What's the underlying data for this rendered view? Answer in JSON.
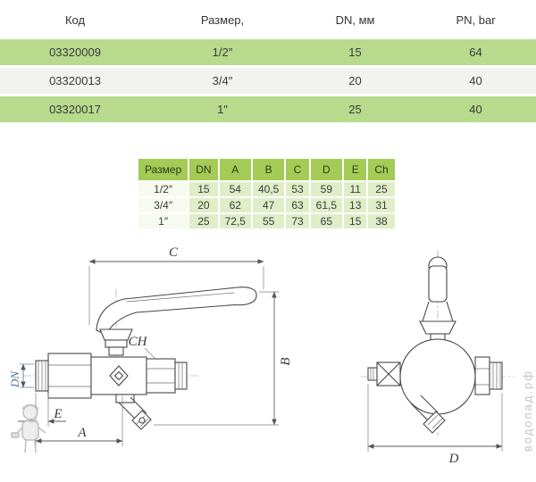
{
  "colors": {
    "row_green": "#b7da8c",
    "row_pale": "#f2f2ef",
    "dim_header_green": "#a3cb55",
    "dim_cell_green": "#dfeec8",
    "dn_label_blue": "#4e6e93",
    "watermark_gray": "#c4c4c4"
  },
  "main_table": {
    "headers": [
      "Код",
      "Размер,",
      "DN, мм",
      "PN, bar"
    ],
    "rows": [
      [
        "03320009",
        "1/2″",
        "15",
        "64"
      ],
      [
        "03320013",
        "3/4″",
        "20",
        "40"
      ],
      [
        "03320017",
        "1″",
        "25",
        "40"
      ]
    ]
  },
  "dim_table": {
    "headers": [
      "Размер",
      "DN",
      "A",
      "B",
      "C",
      "D",
      "E",
      "Ch"
    ],
    "rows": [
      [
        "1/2″",
        "15",
        "54",
        "40,5",
        "53",
        "59",
        "11",
        "25"
      ],
      [
        "3/4″",
        "20",
        "62",
        "47",
        "63",
        "61,5",
        "13",
        "31"
      ],
      [
        "1″",
        "25",
        "72,5",
        "55",
        "73",
        "65",
        "15",
        "38"
      ]
    ]
  },
  "drawing": {
    "labels": {
      "c": "C",
      "b": "B",
      "ch": "CH",
      "dn": "DN",
      "e": "E",
      "a": "A",
      "d": "D"
    }
  },
  "watermark": {
    "site_text": "водопад.рф"
  }
}
